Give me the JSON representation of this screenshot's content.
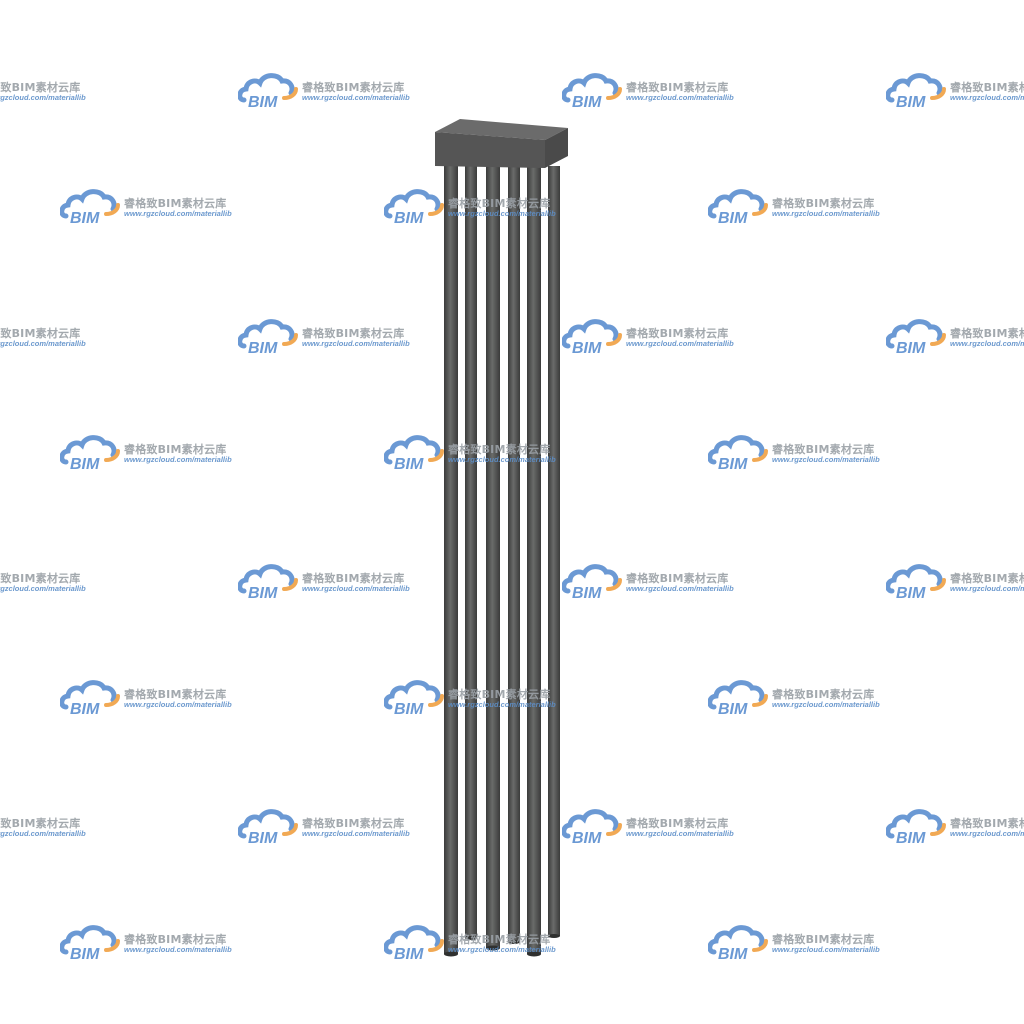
{
  "scene": {
    "subject": "pile-cap-with-six-piles",
    "pile_count": 6,
    "colors": {
      "background": "#ffffff",
      "cap_top": "#6b6b6b",
      "cap_front": "#555555",
      "cap_side": "#4a4a4a",
      "pile_dark": "#3c3d3c",
      "pile_mid": "#585958",
      "pile_light": "#6e6f6e"
    }
  },
  "watermark": {
    "logo_text": "BIM",
    "brand": "睿格致BIM素材云库",
    "url": "www.rgzcloud.com/materiallib",
    "colors": {
      "cloud_blue": "#5b8fd0",
      "cloud_orange": "#f0a042",
      "text_gray": "#9aa0a6",
      "url_blue": "#5d8fc9"
    }
  }
}
